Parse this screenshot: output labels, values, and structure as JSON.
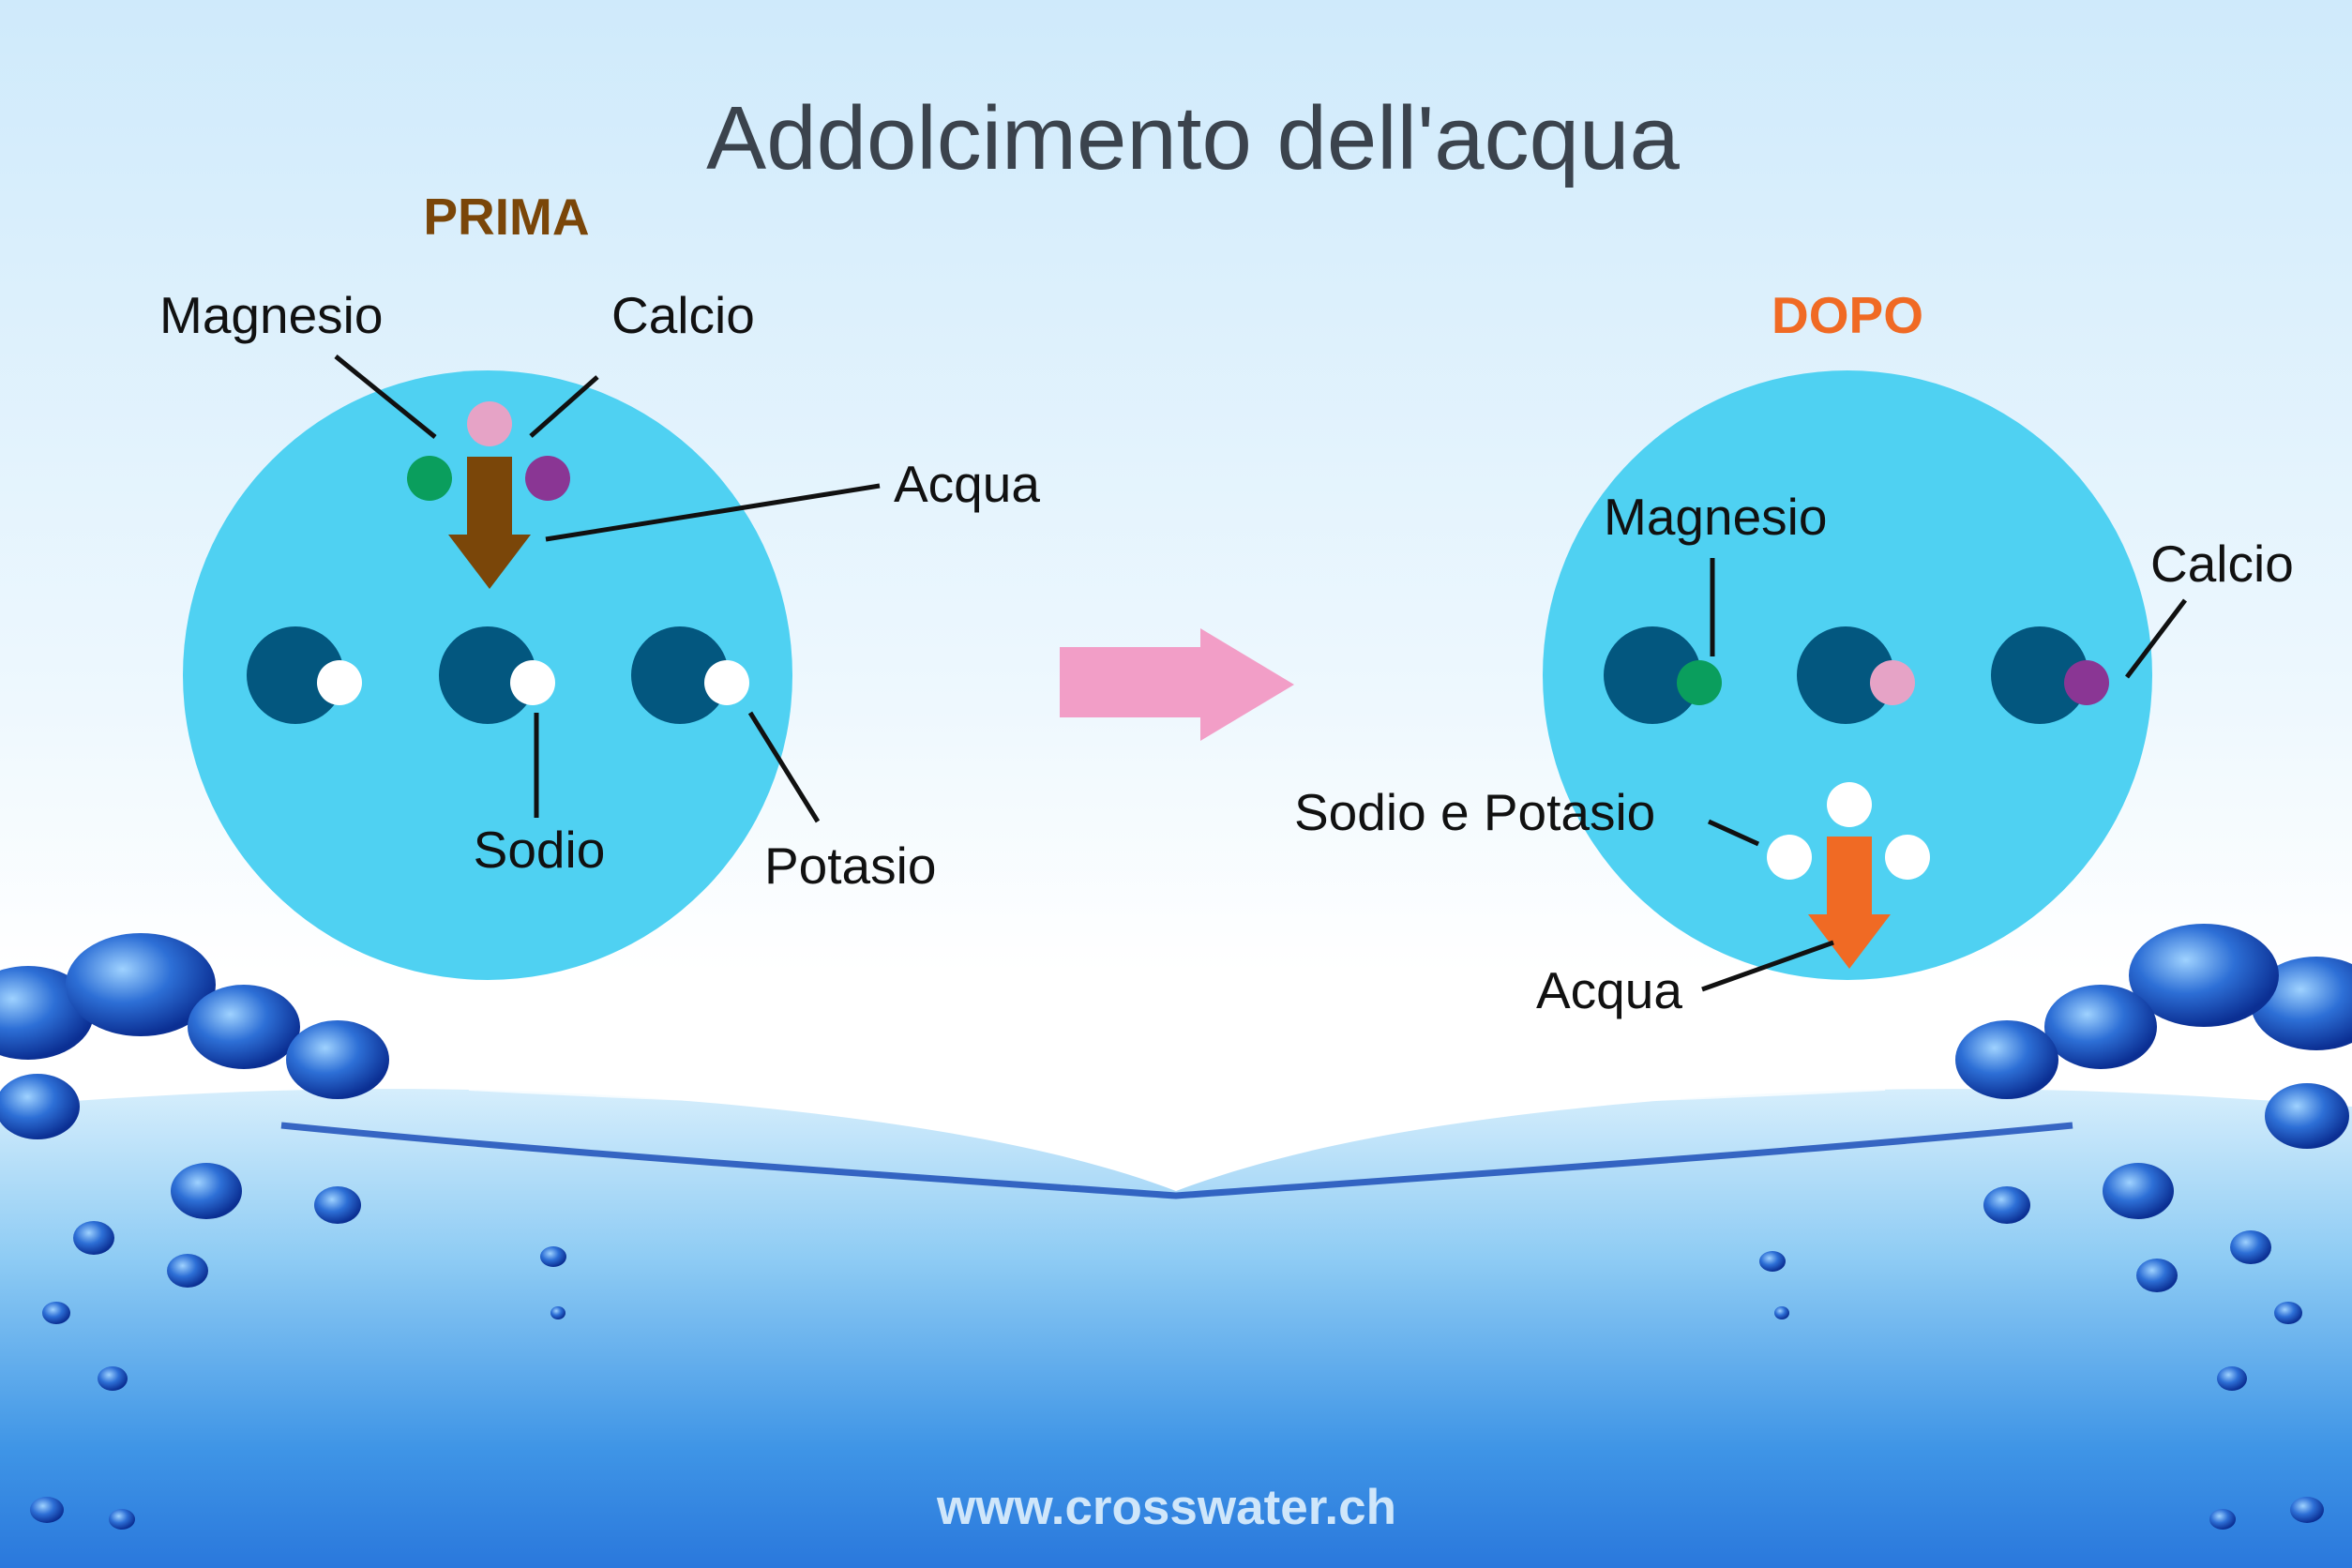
{
  "title": "Addolcimento dell'acqua",
  "before": {
    "heading": "PRIMA",
    "magnesio": "Magnesio",
    "calcio": "Calcio",
    "acqua": "Acqua",
    "sodio": "Sodio",
    "potasio": "Potasio"
  },
  "after": {
    "heading": "DOPO",
    "magnesio": "Magnesio",
    "calcio": "Calcio",
    "sodio_potasio": "Sodio e Potasio",
    "acqua": "Acqua"
  },
  "website": "www.crosswater.ch",
  "colors": {
    "resin_bead": "#4fd1f2",
    "resin_site": "#03577f",
    "magnesio": "#0a9e5d",
    "calcio_pink": "#e6a3c6",
    "calcio_purple": "#8a3694",
    "sodio_potasio": "#ffffff",
    "prima": "#7a4609",
    "dopo": "#f06a24",
    "transition_arrow": "#f29ec7",
    "title": "#3b434d",
    "website": "#cfe6fa"
  }
}
